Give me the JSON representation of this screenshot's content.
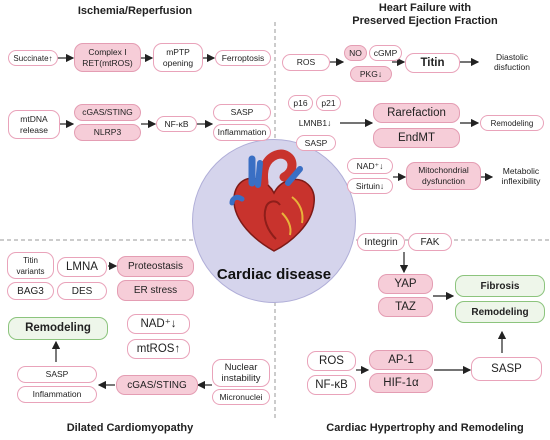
{
  "center": {
    "label": "Cardiac disease"
  },
  "quadrants": {
    "ischemia": {
      "title": "Ischemia/Reperfusion",
      "row1": [
        "Succinate↑",
        "Complex I",
        "RET(mtROS)",
        "mPTP",
        "opening",
        "Ferroptosis"
      ],
      "row2": [
        "mtDNA",
        "release",
        "cGAS/STING",
        "NLRP3",
        "NF-κB",
        "SASP",
        "Inflammation"
      ]
    },
    "hfpef": {
      "title_lines": [
        "Heart Failure with",
        "Preserved Ejection Fraction"
      ],
      "row1": [
        "ROS",
        "NO",
        "cGMP",
        "PKG↓",
        "Titin",
        "Diastolic",
        "disfuction"
      ],
      "row2": [
        "p16",
        "p21",
        "LMNB1↓",
        "SASP",
        "Rarefaction",
        "EndMT",
        "Remodeling"
      ],
      "row3": [
        "NAD⁺↓",
        "Sirtuin↓",
        "Mitochondrial",
        "dysfunction",
        "Metabolic",
        "inflexibility"
      ]
    },
    "dcm": {
      "title": "Dilated Cardiomyopathy",
      "nodes": [
        "Titin",
        "variants",
        "LMNA",
        "BAG3",
        "DES",
        "Proteostasis",
        "ER stress",
        "NAD⁺↓",
        "mtROS↑",
        "Remodeling",
        "SASP",
        "Inflammation",
        "cGAS/STING",
        "Nuclear",
        "instability",
        "Micronuclei"
      ]
    },
    "hypertrophy": {
      "title": "Cardiac Hypertrophy and Remodeling",
      "nodes": [
        "Integrin",
        "FAK",
        "YAP",
        "TAZ",
        "Fibrosis",
        "Remodeling",
        "ROS",
        "NF-κB",
        "AP-1",
        "HIF-1α",
        "SASP"
      ]
    }
  }
}
